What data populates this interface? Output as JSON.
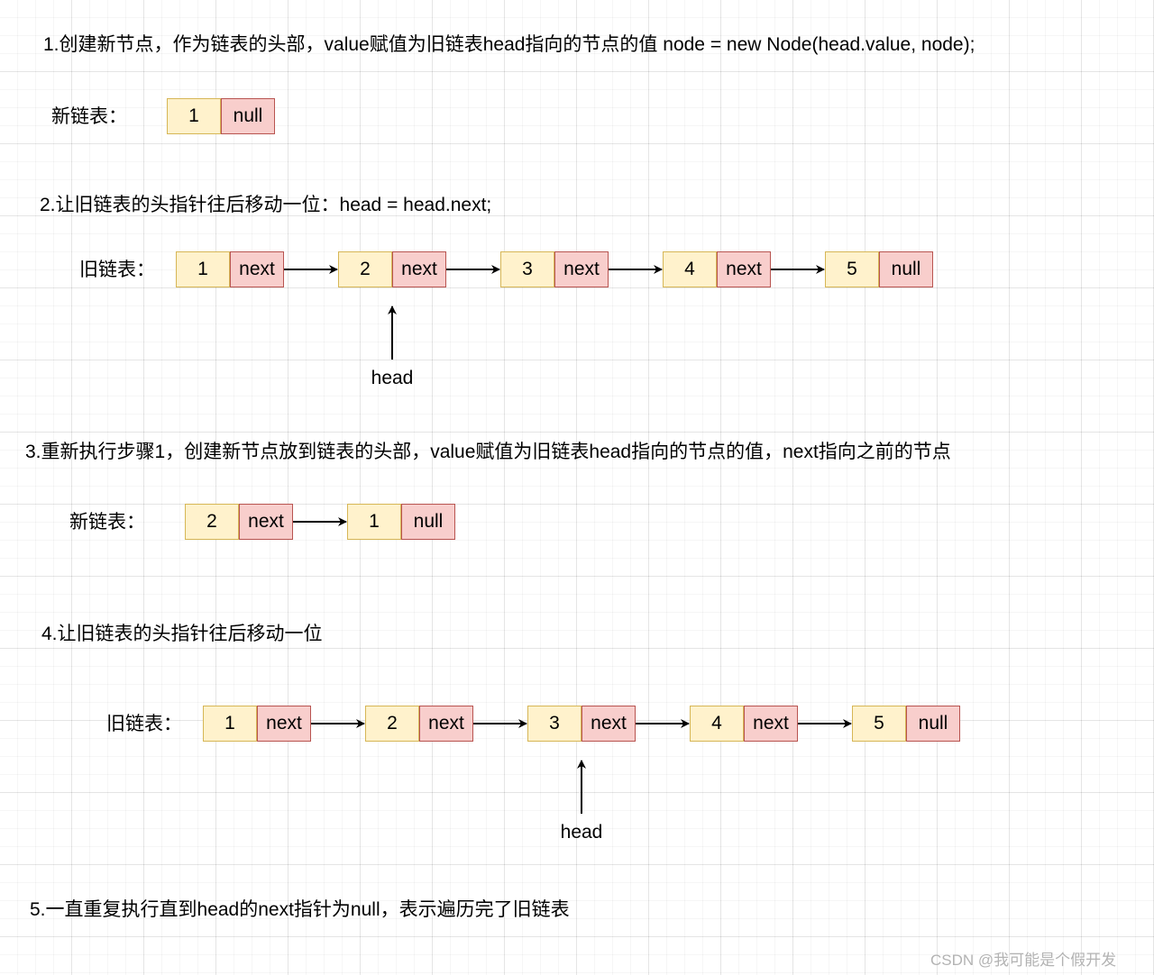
{
  "steps": [
    "1.创建新节点，作为链表的头部，value赋值为旧链表head指向的节点的值  node = new Node(head.value, node);",
    "2.让旧链表的头指针往后移动一位：head = head.next;",
    "3.重新执行步骤1，创建新节点放到链表的头部，value赋值为旧链表head指向的节点的值，next指向之前的节点",
    "4.让旧链表的头指针往后移动一位",
    "5.一直重复执行直到head的next指针为null，表示遍历完了旧链表"
  ],
  "labels": {
    "new_list": "新链表：",
    "old_list": "旧链表：",
    "head": "head"
  },
  "lists": {
    "new1": [
      {
        "value": "1",
        "ptr": "null"
      }
    ],
    "old1": [
      {
        "value": "1",
        "ptr": "next"
      },
      {
        "value": "2",
        "ptr": "next"
      },
      {
        "value": "3",
        "ptr": "next"
      },
      {
        "value": "4",
        "ptr": "next"
      },
      {
        "value": "5",
        "ptr": "null"
      }
    ],
    "new2": [
      {
        "value": "2",
        "ptr": "next"
      },
      {
        "value": "1",
        "ptr": "null"
      }
    ],
    "old2": [
      {
        "value": "1",
        "ptr": "next"
      },
      {
        "value": "2",
        "ptr": "next"
      },
      {
        "value": "3",
        "ptr": "next"
      },
      {
        "value": "4",
        "ptr": "next"
      },
      {
        "value": "5",
        "ptr": "null"
      }
    ]
  },
  "head_pointer": {
    "old1_index": 1,
    "old2_index": 2
  },
  "colors": {
    "value_fill": "#fff2cc",
    "value_border": "#d6b656",
    "pointer_fill": "#f8cecc",
    "pointer_border": "#b85450"
  },
  "watermark": "CSDN @我可能是个假开发"
}
